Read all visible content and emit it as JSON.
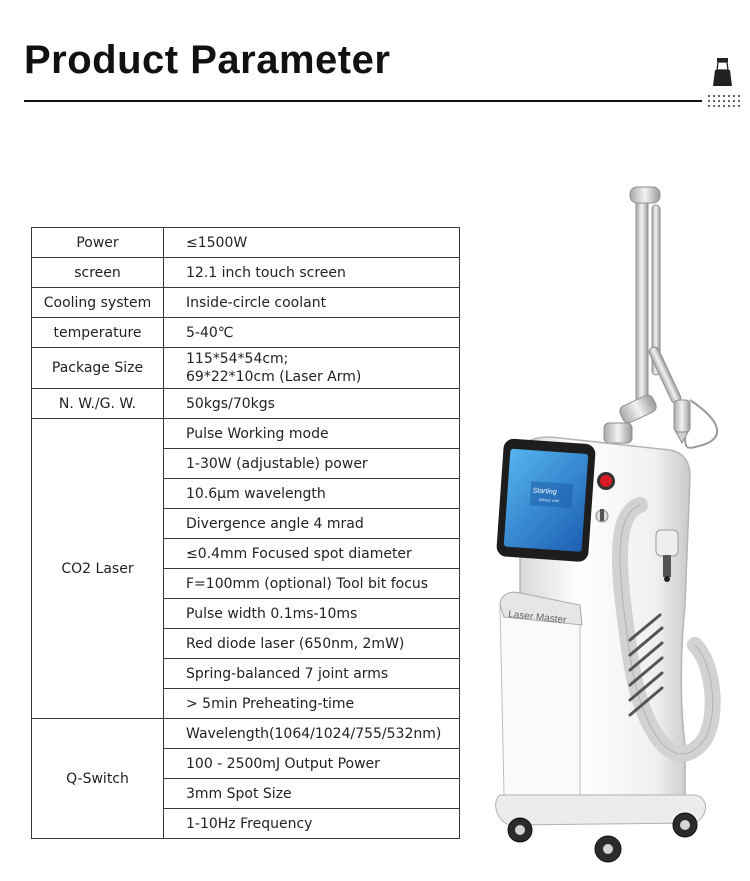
{
  "header": {
    "title": "Product Parameter"
  },
  "params": {
    "rows": [
      {
        "label": "Power",
        "value": "≤1500W"
      },
      {
        "label": "screen",
        "value": "12.1 inch touch screen"
      },
      {
        "label": "Cooling system",
        "value": "Inside-circle coolant"
      },
      {
        "label": "temperature",
        "value": "5-40℃"
      },
      {
        "label": "Package Size",
        "value_line1": "115*54*54cm;",
        "value_line2": "69*22*10cm (Laser Arm)"
      },
      {
        "label": "N. W./G. W.",
        "value": "50kgs/70kgs"
      }
    ],
    "co2": {
      "label": "CO2 Laser",
      "items": [
        "Pulse Working mode",
        "1-30W (adjustable) power",
        "10.6μm wavelength",
        "Divergence angle 4 mrad",
        "≤0.4mm Focused spot diameter",
        "F=100mm (optional) Tool bit focus",
        "Pulse width 0.1ms-10ms",
        "Red diode laser (650nm, 2mW)",
        "Spring-balanced 7 joint arms",
        "> 5min Preheating-time"
      ]
    },
    "qswitch": {
      "label": "Q-Switch",
      "items": [
        "Wavelength(1064/1024/755/532nm)",
        "100 - 2500mJ Output Power",
        "3mm Spot Size",
        "1-10Hz Frequency"
      ]
    }
  },
  "device": {
    "screen_line1": "Starting",
    "screen_line2": "please wait",
    "panel_label": "Laser Master"
  }
}
